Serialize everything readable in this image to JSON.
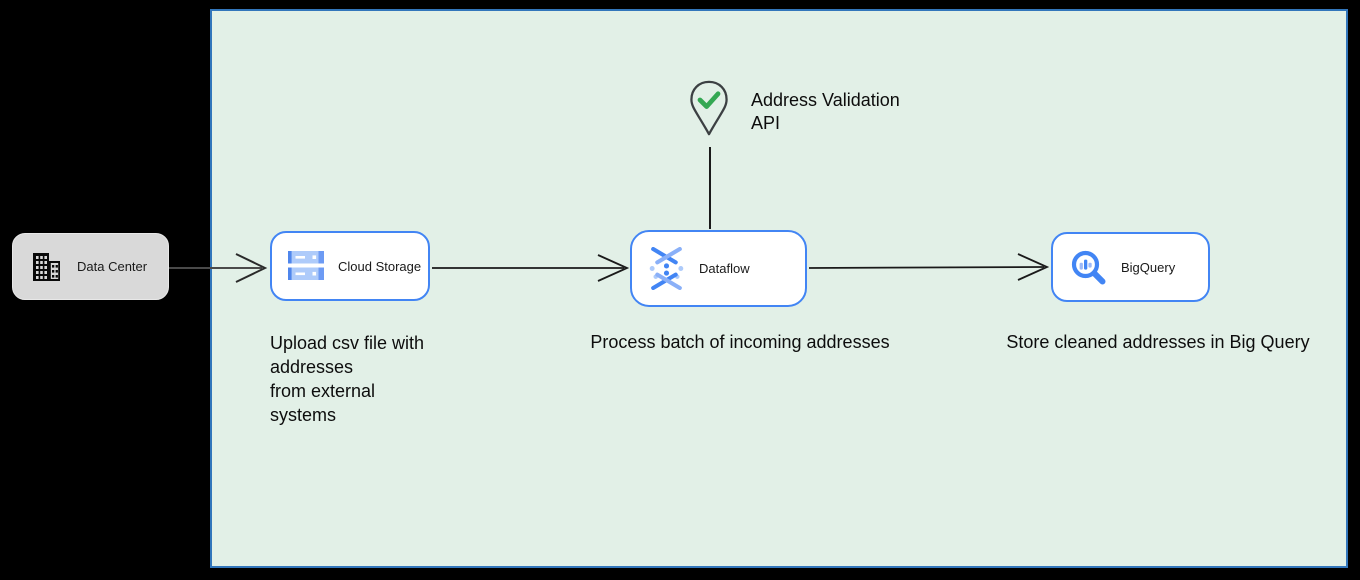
{
  "colors": {
    "canvas_bg": "#000000",
    "region_fill": "#e2f0e7",
    "region_border": "#3276bb",
    "node_border": "#4285f4",
    "node_fill": "#ffffff",
    "data_center_fill": "#d9d9d9",
    "connector": "#1a1a1a",
    "check_green": "#34a853",
    "pin_outline": "#3c4043",
    "icon_blue": "#4285f4",
    "icon_light_blue": "#aecbfa"
  },
  "nodes": {
    "data_center": {
      "label": "Data Center",
      "icon": "building-icon"
    },
    "cloud_storage": {
      "label": "Cloud Storage",
      "icon": "cloud-storage-icon"
    },
    "dataflow": {
      "label": "Dataflow",
      "icon": "dataflow-icon"
    },
    "bigquery": {
      "label": "BigQuery",
      "icon": "bigquery-icon"
    }
  },
  "annotations": {
    "address_validation_api": {
      "label": "Address Validation\nAPI",
      "icon": "map-pin-check-icon"
    },
    "captions": {
      "upload": "Upload csv file with\naddresses\nfrom external\nsystems",
      "process": "Process batch of incoming addresses",
      "store": "Store cleaned addresses in Big Query"
    }
  }
}
